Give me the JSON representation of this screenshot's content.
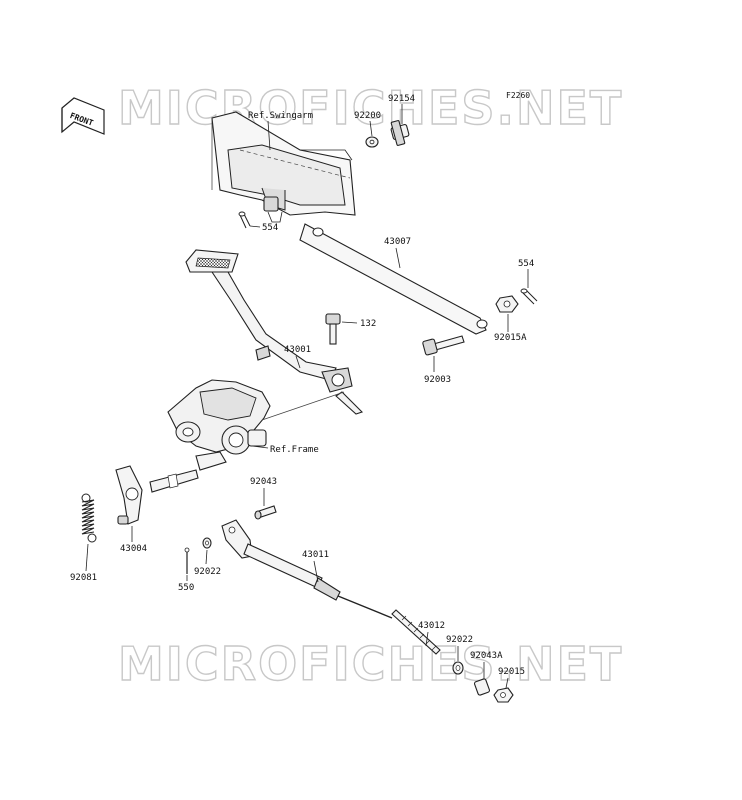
{
  "figure_id": "F2260",
  "watermark": "MICROFICHES.NET",
  "front_marker": "FRONT",
  "references": {
    "swingarm": "Ref.Swingarm",
    "frame": "Ref.Frame"
  },
  "parts": [
    {
      "key": "p92154",
      "number": "92154"
    },
    {
      "key": "p92200",
      "number": "92200"
    },
    {
      "key": "p554a",
      "number": "554"
    },
    {
      "key": "p43007",
      "number": "43007"
    },
    {
      "key": "p554b",
      "number": "554"
    },
    {
      "key": "p132",
      "number": "132"
    },
    {
      "key": "p43001",
      "number": "43001"
    },
    {
      "key": "p92015A",
      "number": "92015A"
    },
    {
      "key": "p92003",
      "number": "92003"
    },
    {
      "key": "p92043",
      "number": "92043"
    },
    {
      "key": "p43004",
      "number": "43004"
    },
    {
      "key": "p92081",
      "number": "92081"
    },
    {
      "key": "p92022a",
      "number": "92022"
    },
    {
      "key": "p550",
      "number": "550"
    },
    {
      "key": "p43011",
      "number": "43011"
    },
    {
      "key": "p43012",
      "number": "43012"
    },
    {
      "key": "p92022b",
      "number": "92022"
    },
    {
      "key": "p92043A",
      "number": "92043A"
    },
    {
      "key": "p92015",
      "number": "92015"
    }
  ]
}
